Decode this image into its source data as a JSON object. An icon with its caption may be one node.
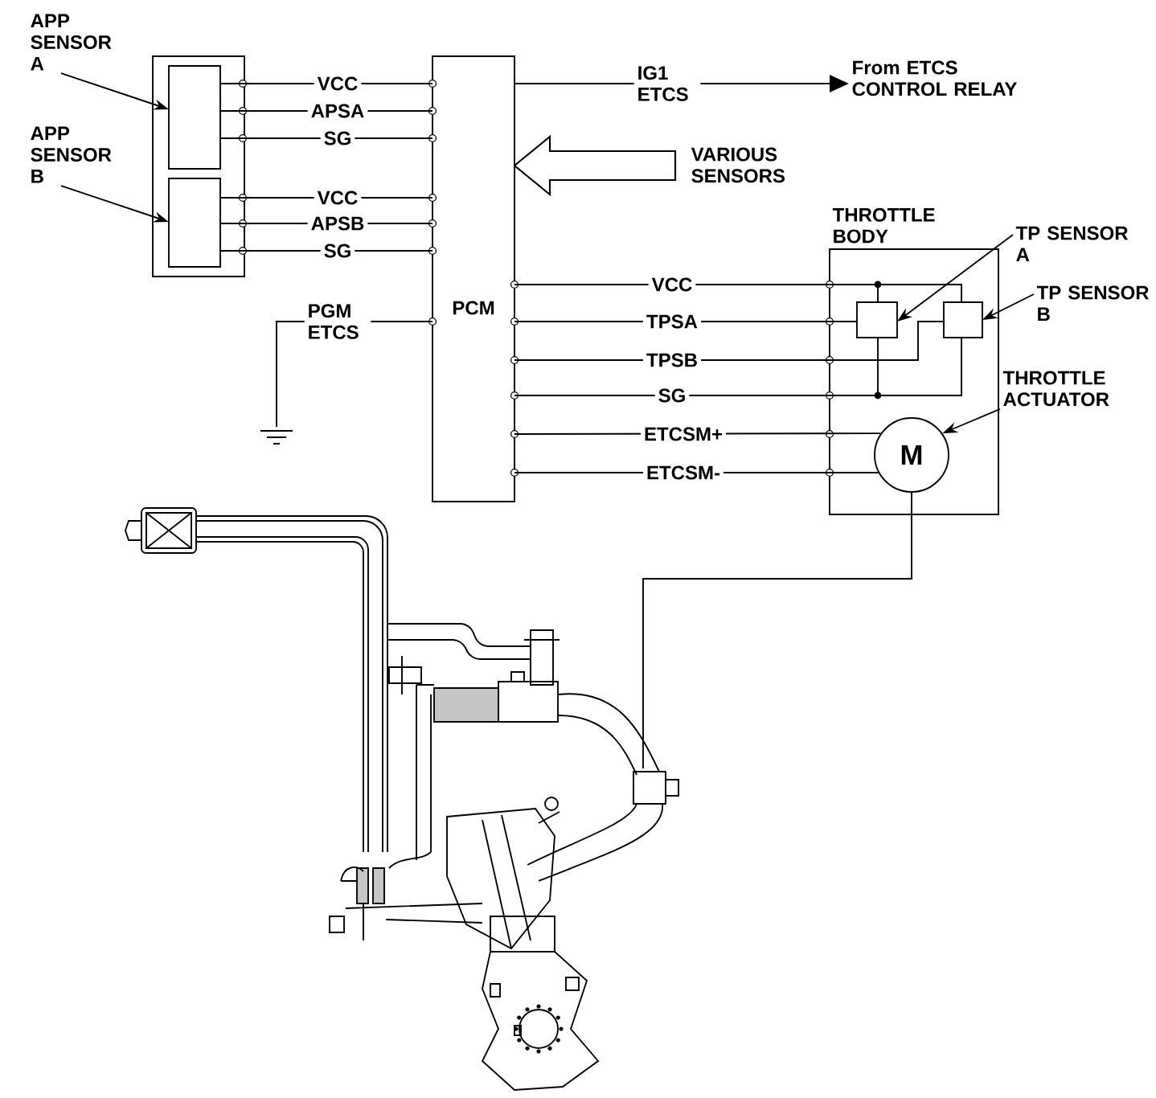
{
  "diagram": {
    "nodes": [
      {
        "text": [],
        "shape": "box"
      },
      {
        "text": [],
        "shape": "box",
        "in": 0
      },
      {
        "text": [],
        "shape": "box",
        "in": 0
      },
      {
        "text": [
          "APP SENSOR A"
        ]
      },
      {
        "text": [
          "APP SENSOR B"
        ]
      },
      {
        "text": [
          "PCM"
        ]
      },
      {
        "text": [
          "From ETCS CONTROL RELAY"
        ]
      },
      {
        "text": [
          "VARIOUS SENSORS"
        ]
      },
      {
        "text": [
          "THROTTLE BODY"
        ]
      },
      {
        "text": [],
        "shape": "box",
        "in": 8
      },
      {
        "text": [],
        "shape": "box",
        "in": 8
      },
      {
        "text": [
          "M"
        ],
        "in": 8
      },
      {
        "text": [
          "TP SENSOR A"
        ]
      },
      {
        "text": [
          "TP SENSOR B"
        ]
      },
      {
        "text": [
          "THROTTLE ACTUATOR"
        ]
      },
      {
        "text": [],
        "shape": "ground"
      },
      {
        "text": [],
        "shape": "picture"
      }
    ],
    "edges": [
      {
        "from": 3,
        "to": 1,
        "arrow": "to"
      },
      {
        "from": 4,
        "to": 2,
        "arrow": "to"
      },
      {
        "from": 1,
        "to": 5,
        "arrow": "none",
        "label": "VCC"
      },
      {
        "from": 1,
        "to": 5,
        "arrow": "none",
        "label": "APSA"
      },
      {
        "from": 1,
        "to": 5,
        "arrow": "none",
        "label": "SG"
      },
      {
        "from": 2,
        "to": 5,
        "arrow": "none",
        "label": "VCC"
      },
      {
        "from": 2,
        "to": 5,
        "arrow": "none",
        "label": "APSB"
      },
      {
        "from": 2,
        "to": 5,
        "arrow": "none",
        "label": "SG"
      },
      {
        "from": 5,
        "to": 15,
        "arrow": "none",
        "label": "PGM ETCS"
      },
      {
        "from": 5,
        "to": 6,
        "arrow": "to",
        "label": "IG1 ETCS"
      },
      {
        "from": 7,
        "to": 5,
        "arrow": "to",
        "style": "thick"
      },
      {
        "from": 5,
        "to": 9,
        "arrow": "none",
        "label": "VCC"
      },
      {
        "from": 5,
        "to": 10,
        "arrow": "none"
      },
      {
        "from": 5,
        "to": 9,
        "arrow": "none",
        "label": "TPSA"
      },
      {
        "from": 5,
        "to": 10,
        "arrow": "none",
        "label": "TPSB"
      },
      {
        "from": 5,
        "to": 9,
        "arrow": "none",
        "label": "SG"
      },
      {
        "from": 5,
        "to": 10,
        "arrow": "none"
      },
      {
        "from": 5,
        "to": 11,
        "arrow": "none",
        "label": "ETCSM+"
      },
      {
        "from": 5,
        "to": 11,
        "arrow": "none",
        "label": "ETCSM-"
      },
      {
        "from": 12,
        "to": 9,
        "arrow": "to"
      },
      {
        "from": 13,
        "to": 10,
        "arrow": "to"
      },
      {
        "from": 14,
        "to": 11,
        "arrow": "to"
      },
      {
        "from": 11,
        "to": 16,
        "arrow": "none"
      }
    ]
  }
}
